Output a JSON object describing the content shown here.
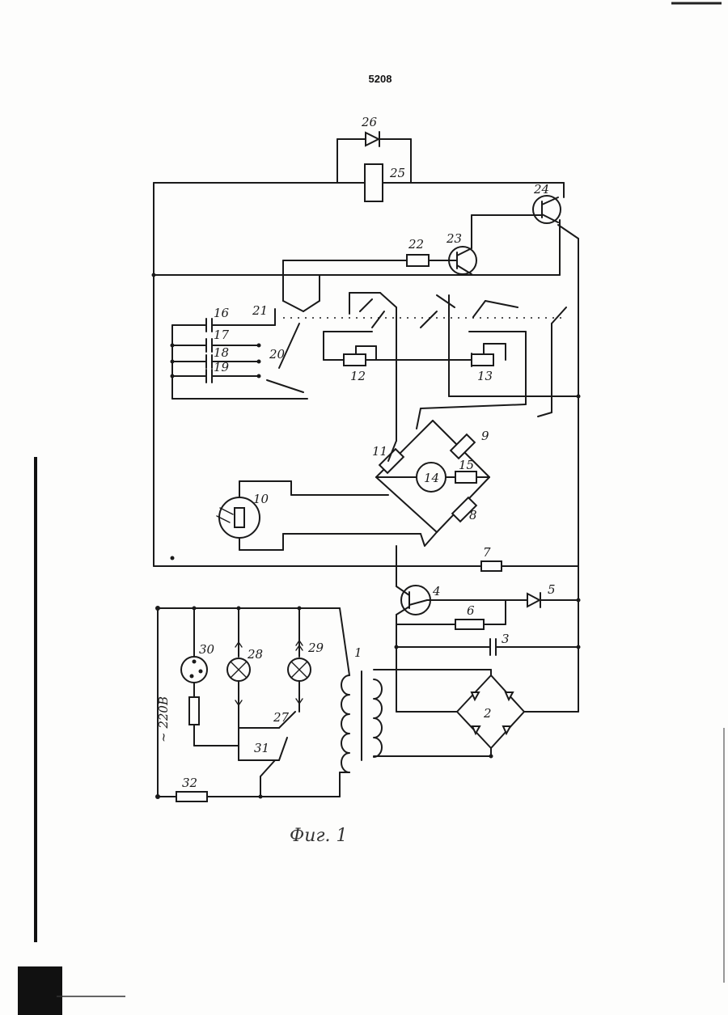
{
  "page_number": "5208",
  "figure_caption": "Фиг. 1",
  "supply_label": "~ 220В",
  "components": {
    "c1": "1",
    "c2": "2",
    "c3": "3",
    "c4": "4",
    "c5": "5",
    "c6": "6",
    "c7": "7",
    "c8": "8",
    "c9": "9",
    "c10": "10",
    "c11": "11",
    "c12": "12",
    "c13": "13",
    "c14": "14",
    "c15": "15",
    "c16": "16",
    "c17": "17",
    "c18": "18",
    "c19": "19",
    "c20": "20",
    "c21": "21",
    "c22": "22",
    "c23": "23",
    "c24": "24",
    "c25": "25",
    "c26": "26",
    "c27": "27",
    "c28": "28",
    "c29": "29",
    "c30": "30",
    "c31": "31",
    "c32": "32"
  }
}
